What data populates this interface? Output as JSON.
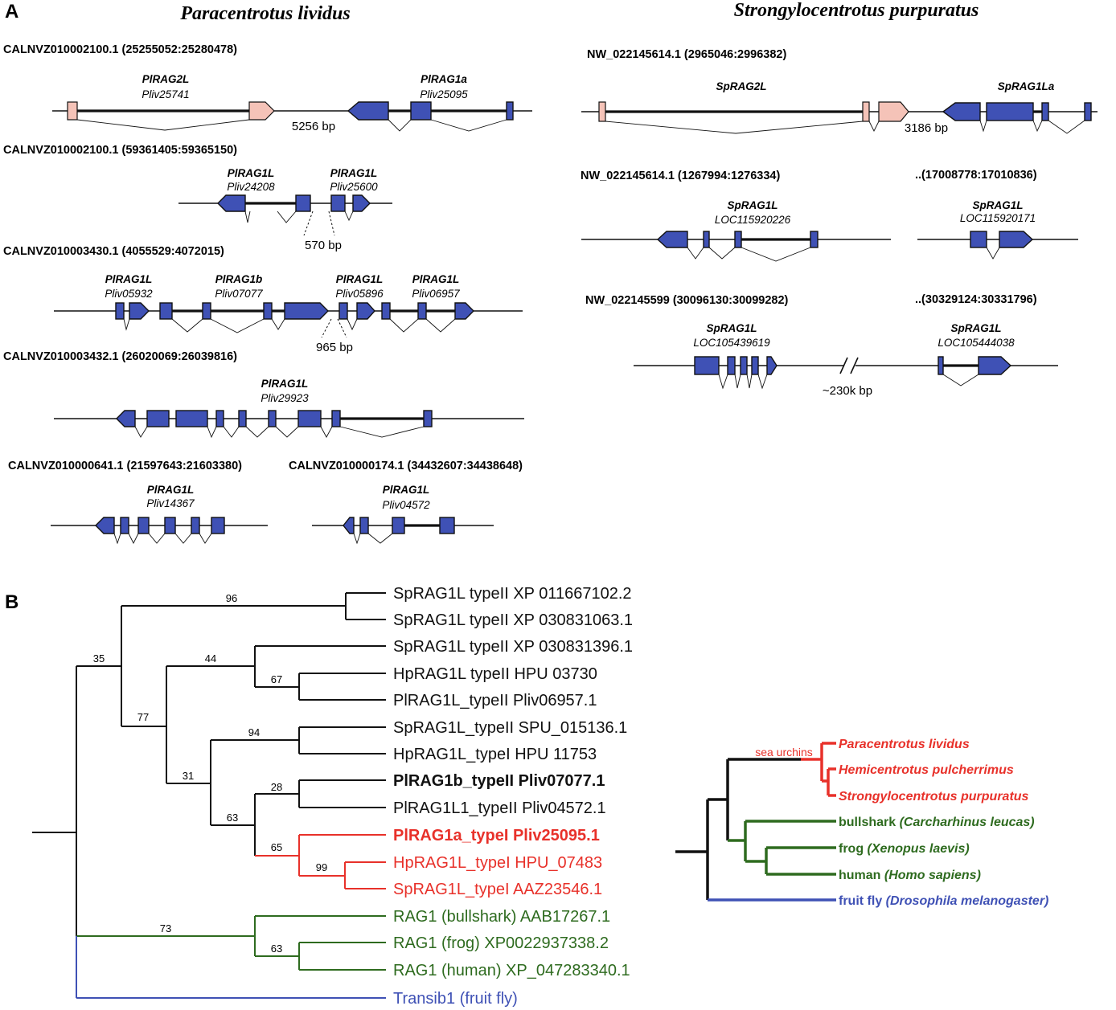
{
  "panel_a": {
    "label": "A",
    "left": {
      "species": "Paracentrotus lividus",
      "loci": [
        {
          "id": "loc1",
          "label": "CALNVZ010002100.1 (25255052:25280478)"
        },
        {
          "id": "loc2",
          "label": "CALNVZ010002100.1 (59361405:59365150)"
        },
        {
          "id": "loc3",
          "label": "CALNVZ010003430.1 (4055529:4072015)"
        },
        {
          "id": "loc4",
          "label": "CALNVZ010003432.1 (26020069:26039816)"
        },
        {
          "id": "loc5",
          "label": "CALNVZ010000641.1 (21597643:21603380)"
        },
        {
          "id": "loc6",
          "label": "CALNVZ010000174.1 (34432607:34438648)"
        }
      ],
      "genes": [
        {
          "name": "PlRAG2L",
          "gid": "Pliv25741"
        },
        {
          "name": "PlRAG1a",
          "gid": "Pliv25095"
        },
        {
          "name": "PlRAG1L",
          "gid": "Pliv24208"
        },
        {
          "name": "PlRAG1L",
          "gid": "Pliv25600"
        },
        {
          "name": "PlRAG1L",
          "gid": "Pliv05932"
        },
        {
          "name": "PlRAG1b",
          "gid": "Pliv07077"
        },
        {
          "name": "PlRAG1L",
          "gid": "Pliv05896"
        },
        {
          "name": "PlRAG1L",
          "gid": "Pliv06957"
        },
        {
          "name": "PlRAG1L",
          "gid": "Pliv29923"
        },
        {
          "name": "PlRAG1L",
          "gid": "Pliv14367"
        },
        {
          "name": "PlRAG1L",
          "gid": "Pliv04572"
        }
      ],
      "distances": [
        "5256 bp",
        "570 bp",
        "965 bp"
      ]
    },
    "right": {
      "species": "Strongylocentrotus purpuratus",
      "loci": [
        {
          "id": "sloc1",
          "label": "NW_022145614.1 (2965046:2996382)"
        },
        {
          "id": "sloc2",
          "label": "NW_022145614.1 (1267994:1276334)"
        },
        {
          "id": "sloc3",
          "label": "..(17008778:17010836)"
        },
        {
          "id": "sloc4",
          "label": "NW_022145599 (30096130:30099282)"
        },
        {
          "id": "sloc5",
          "label": "..(30329124:30331796)"
        }
      ],
      "genes": [
        {
          "name": "SpRAG2L",
          "gid": ""
        },
        {
          "name": "SpRAG1La",
          "gid": ""
        },
        {
          "name": "SpRAG1L",
          "gid": "LOC115920226"
        },
        {
          "name": "SpRAG1L",
          "gid": "LOC115920171"
        },
        {
          "name": "SpRAG1L",
          "gid": "LOC105439619"
        },
        {
          "name": "SpRAG1L",
          "gid": "LOC105444038"
        }
      ],
      "distances": [
        "3186 bp",
        "~230k bp"
      ]
    },
    "colors": {
      "rag1_exon": "#3f51b5",
      "rag2_exon": "#f5c3b8"
    }
  },
  "panel_b": {
    "label": "B",
    "leaves": [
      {
        "label": "SpRAG1L typeII XP 011667102.2",
        "color": "#111111",
        "bold": false
      },
      {
        "label": "SpRAG1L typeII XP 030831063.1",
        "color": "#111111",
        "bold": false
      },
      {
        "label": "SpRAG1L typeII XP 030831396.1",
        "color": "#111111",
        "bold": false
      },
      {
        "label": "HpRAG1L typeII HPU 03730",
        "color": "#111111",
        "bold": false
      },
      {
        "label": "PlRAG1L_typeII Pliv06957.1",
        "color": "#111111",
        "bold": false
      },
      {
        "label": "SpRAG1L_typeII SPU_015136.1",
        "color": "#111111",
        "bold": false
      },
      {
        "label": "HpRAG1L_typeI HPU 11753",
        "color": "#111111",
        "bold": false
      },
      {
        "label": "PlRAG1b_typeII Pliv07077.1",
        "color": "#111111",
        "bold": true
      },
      {
        "label": "PlRAG1L1_typeII Pliv04572.1",
        "color": "#111111",
        "bold": false
      },
      {
        "label": "PlRAG1a_typeI Pliv25095.1",
        "color": "#e8312a",
        "bold": true
      },
      {
        "label": "HpRAG1L_typeI HPU_07483",
        "color": "#e8312a",
        "bold": false
      },
      {
        "label": "SpRAG1L_typeI AAZ23546.1",
        "color": "#e8312a",
        "bold": false
      },
      {
        "label": "RAG1 (bullshark) AAB17267.1",
        "color": "#2e6b1f",
        "bold": false
      },
      {
        "label": "RAG1 (frog) XP0022937338.2",
        "color": "#2e6b1f",
        "bold": false
      },
      {
        "label": "RAG1 (human) XP_047283340.1",
        "color": "#2e6b1f",
        "bold": false
      },
      {
        "label": "Transib1 (fruit fly)",
        "color": "#3f51b5",
        "bold": false
      }
    ],
    "bootstraps": [
      "96",
      "35",
      "44",
      "67",
      "77",
      "94",
      "31",
      "28",
      "63",
      "65",
      "99",
      "73",
      "63"
    ],
    "species_tree": {
      "clade_label": "sea urchins",
      "taxa": [
        {
          "common": "",
          "latin": "Paracentrotus lividus",
          "color": "#e8312a"
        },
        {
          "common": "",
          "latin": "Hemicentrotus pulcherrimus",
          "color": "#e8312a"
        },
        {
          "common": "",
          "latin": "Strongylocentrotus purpuratus",
          "color": "#e8312a"
        },
        {
          "common": "bullshark",
          "latin": "(Carcharhinus leucas)",
          "color": "#2e6b1f"
        },
        {
          "common": "frog",
          "latin": "(Xenopus laevis)",
          "color": "#2e6b1f"
        },
        {
          "common": "human",
          "latin": "(Homo sapiens)",
          "color": "#2e6b1f"
        },
        {
          "common": "fruit fly",
          "latin": "(Drosophila melanogaster)",
          "color": "#3f51b5"
        }
      ]
    }
  }
}
